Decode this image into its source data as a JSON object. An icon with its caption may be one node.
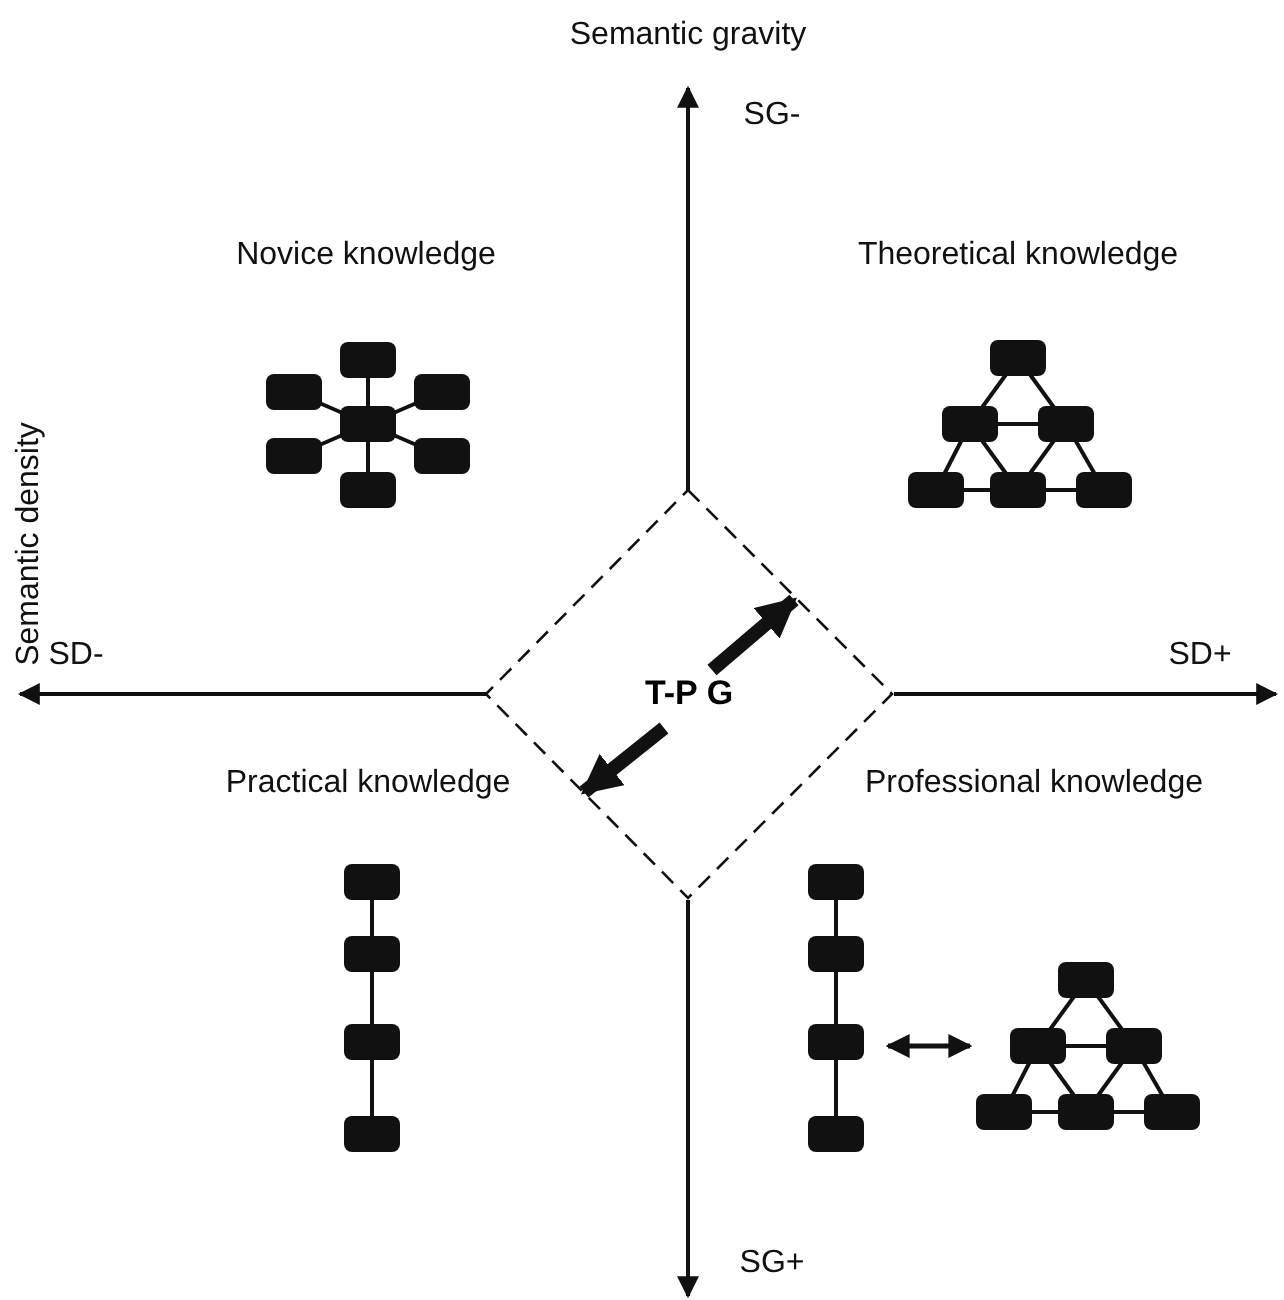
{
  "diagram": {
    "nodes": [
      {
        "text": [
          "T-P G"
        ]
      },
      {
        "text": [],
        "shape": "picture"
      },
      {
        "text": [],
        "shape": "picture"
      }
    ],
    "edges": [
      {
        "from": 1,
        "to": 2,
        "arrow": "both"
      }
    ],
    "labels": [
      "Semantic gravity",
      "SG-",
      "Novice knowledge",
      "Theoretical knowledge",
      "Semantic density",
      "SD-",
      "SD+",
      "Practical knowledge",
      "Professional knowledge",
      "SG+"
    ]
  }
}
